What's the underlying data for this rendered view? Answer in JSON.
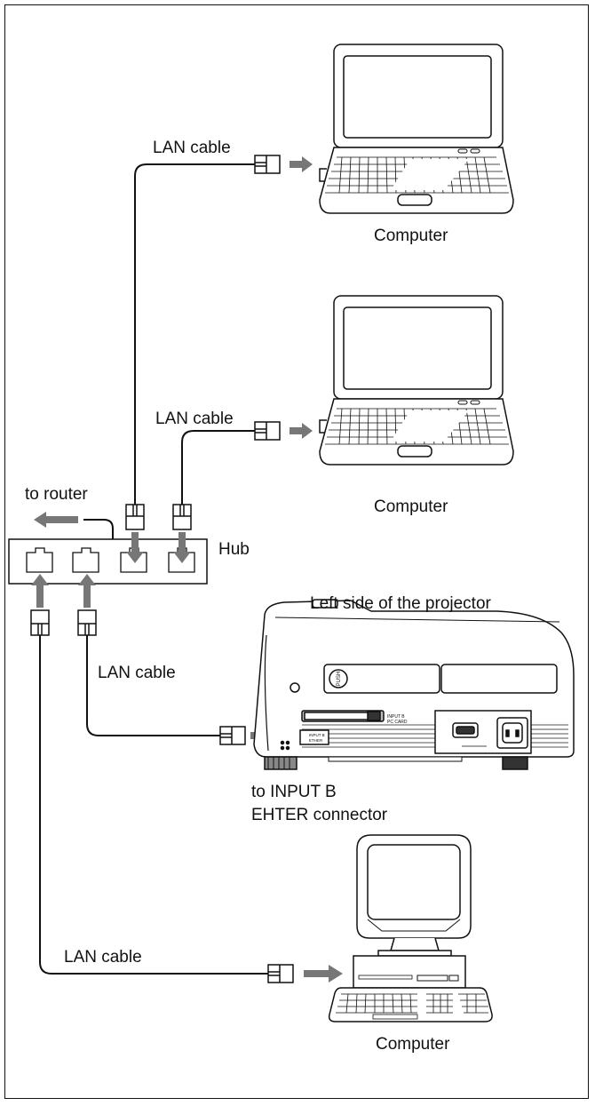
{
  "labels": {
    "lan_cable_1": "LAN cable",
    "computer_1": "Computer",
    "lan_cable_2": "LAN cable",
    "computer_2": "Computer",
    "to_router": "to router",
    "hub": "Hub",
    "projector_side": "Left side of the projector",
    "lan_cable_3": "LAN cable",
    "input_b_line1": "to INPUT B",
    "input_b_line2": "EHTER connector",
    "lan_cable_4": "LAN cable",
    "computer_3": "Computer"
  },
  "projector": {
    "push_label": "PUSH",
    "panel_label_1": "INPUT B",
    "panel_label_2": "PC CARD",
    "ether_label_1": "INPUT B",
    "ether_label_2": "ETHER"
  },
  "colors": {
    "line": "#111111",
    "arrow": "#777777",
    "fill": "#ffffff"
  }
}
